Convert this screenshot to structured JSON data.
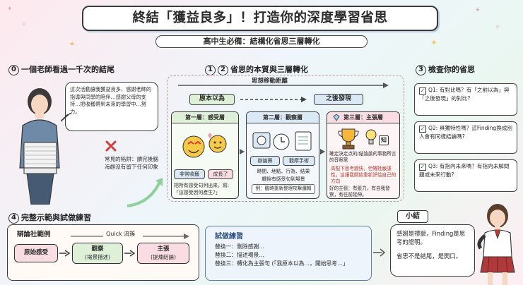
{
  "title": "終結「獲益良多」！打造你的深度學習省思",
  "subtitle": "高中生必備：結構化省思三層轉化",
  "section0": {
    "num": "0",
    "heading": "一個老師看過一千次的結尾",
    "speech": "這次活動讓我獲益良多，感謝老師的指導與同學的陪伴…感謝父母的支持…把收穫帶到未來的學習中…努力。",
    "note": "常見的陷阱：讀完後腦海趕沒有留下任何印象"
  },
  "section12": {
    "nums": [
      "1",
      "2"
    ],
    "heading": "省思的本質與三層轉化",
    "distance_label": "思想移動距離",
    "before_label": "原本以為",
    "after_label": "之後發現",
    "layers": [
      {
        "title": "第一層：感受層",
        "tags": [
          "非常收穫",
          "成長了"
        ],
        "body": "把所有感受句列出來，寫:「這感受因何產生?」"
      },
      {
        "title": "第二層：觀察層",
        "tags": [
          "辯論賽",
          "觀摩手術"
        ],
        "line1": "時間、地點、行為、結果",
        "line2": "轉換有感受句到場景",
        "example": "例：臨時重新整理攻擊邏輯"
      },
      {
        "title": "第三層：主張層",
        "badge": "知",
        "line1": "確定決定点的/結論論的事務所言的音察黨",
        "line2": "高配下思考變快，但犧牲嚴謹性。這讓我開始重新評估自己的方向",
        "line3": "好的主張：有張力，有自我發察，有往前延伸。"
      }
    ]
  },
  "section3": {
    "num": "3",
    "heading": "檢查你的省思",
    "questions": [
      "Q1: 有對比嗎？有「之前以為」與「之後發現」的對比?",
      "Q2: 具獨特性嗎？這Finding換成別人會有同樣結論嗎?",
      "Q3: 有指向未來嗎？有指向未解問題或未來行動?"
    ]
  },
  "section4": {
    "num": "4",
    "heading": "完整示範與試做練習",
    "example_title": "辯論社範例",
    "flow_title": "Quick 流簇",
    "flow": [
      {
        "label": "原始感受",
        "sub": ""
      },
      {
        "label": "觀察",
        "sub": "(場景描述)"
      },
      {
        "label": "主張",
        "sub": "(提煉結論)"
      }
    ],
    "practice_title": "試做練習",
    "practice": [
      "替換一：刪除感謝…",
      "替換二：描述場景…",
      "替換三：轉化為主張句 (「我原本以為…，開始思考…」"
    ]
  },
  "summary": {
    "title": "小結",
    "line1": "感謝是禮貌，Finding是思考的證明。",
    "line2": "省思不是結尾，是開口。"
  },
  "colors": {
    "green": "#dff0d8",
    "blue": "#dbe9f7",
    "pink": "#f9dde3",
    "orange": "#f5a623"
  }
}
